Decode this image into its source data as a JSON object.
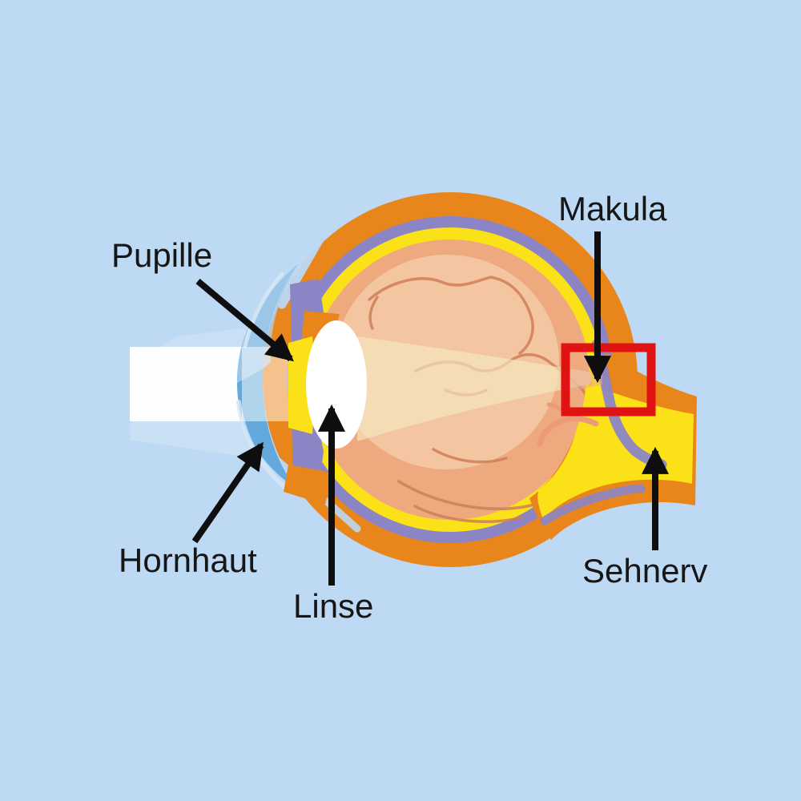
{
  "background_color": "#bdd9f3",
  "labels": {
    "pupille": "Pupille",
    "hornhaut": "Hornhaut",
    "linse": "Linse",
    "makula": "Makula",
    "sehnerv": "Sehnerv"
  },
  "colors": {
    "sclera": "#e9861b",
    "choroid": "#8b85c6",
    "retina": "#fbe117",
    "vitreous": "#eeaa7e",
    "vitreous_light": "#f3c6a1",
    "vein": "#cf7f58",
    "disc_vessel": "#ec9a78",
    "cornea": "#63a9db",
    "cornea_light": "#aed0ec",
    "lens": "#ffffff",
    "light_beam": "#ffffff",
    "light_cone": "#f5e7bf",
    "highlight_box": "#e11212",
    "arrow": "#0e0e0e"
  }
}
